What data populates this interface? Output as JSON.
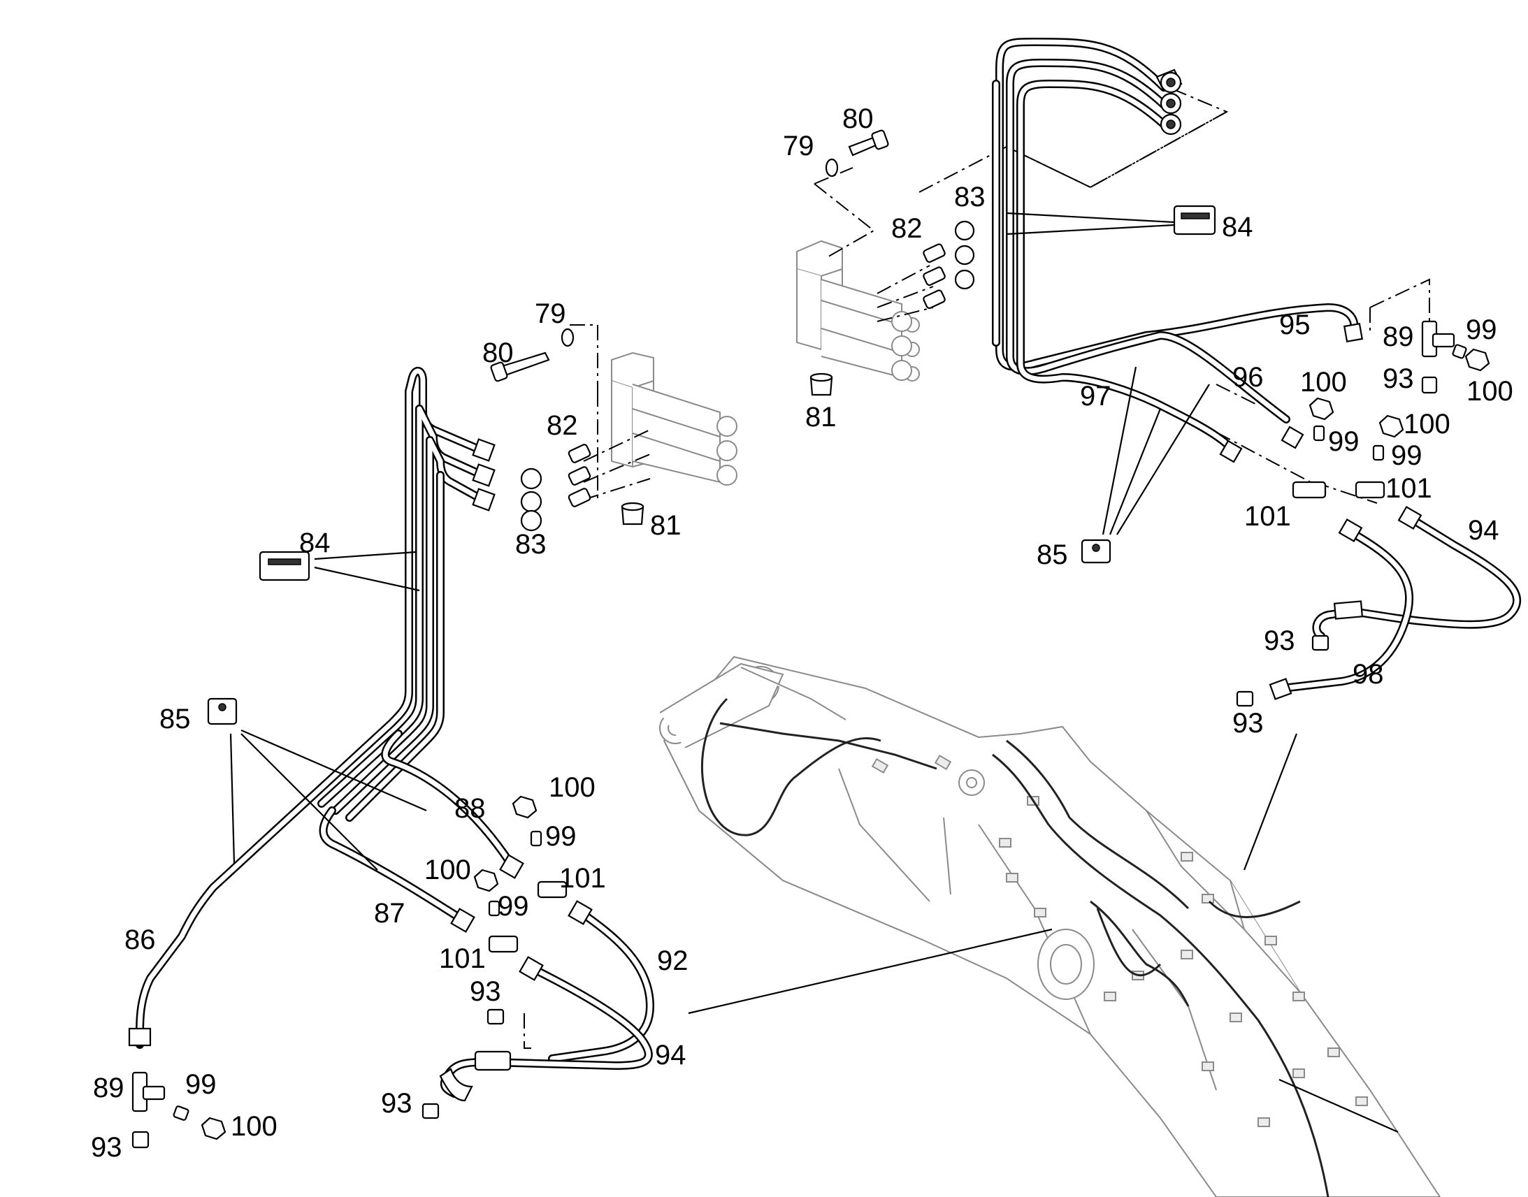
{
  "callouts": [
    {
      "id": "c-80-top",
      "text": "80"
    },
    {
      "id": "c-79-top",
      "text": "79"
    },
    {
      "id": "c-83-top",
      "text": "83"
    },
    {
      "id": "c-82-top",
      "text": "82"
    },
    {
      "id": "c-84-top",
      "text": "84"
    },
    {
      "id": "c-81-top",
      "text": "81"
    },
    {
      "id": "c-95",
      "text": "95"
    },
    {
      "id": "c-89-r",
      "text": "89"
    },
    {
      "id": "c-99-r1",
      "text": "99"
    },
    {
      "id": "c-93-r1",
      "text": "93"
    },
    {
      "id": "c-100-r1",
      "text": "100"
    },
    {
      "id": "c-97",
      "text": "97"
    },
    {
      "id": "c-96",
      "text": "96"
    },
    {
      "id": "c-100-r2",
      "text": "100"
    },
    {
      "id": "c-99-r2",
      "text": "99"
    },
    {
      "id": "c-100-r3",
      "text": "100"
    },
    {
      "id": "c-99-r3",
      "text": "99"
    },
    {
      "id": "c-101-r1",
      "text": "101"
    },
    {
      "id": "c-101-r2",
      "text": "101"
    },
    {
      "id": "c-94-r",
      "text": "94"
    },
    {
      "id": "c-85-r",
      "text": "85"
    },
    {
      "id": "c-93-r2",
      "text": "93"
    },
    {
      "id": "c-98",
      "text": "98"
    },
    {
      "id": "c-93-r3",
      "text": "93"
    },
    {
      "id": "c-79-mid",
      "text": "79"
    },
    {
      "id": "c-80-mid",
      "text": "80"
    },
    {
      "id": "c-82-mid",
      "text": "82"
    },
    {
      "id": "c-83-mid",
      "text": "83"
    },
    {
      "id": "c-81-mid",
      "text": "81"
    },
    {
      "id": "c-84-left",
      "text": "84"
    },
    {
      "id": "c-85-left",
      "text": "85"
    },
    {
      "id": "c-88",
      "text": "88"
    },
    {
      "id": "c-100-l1",
      "text": "100"
    },
    {
      "id": "c-99-l1",
      "text": "99"
    },
    {
      "id": "c-100-l2",
      "text": "100"
    },
    {
      "id": "c-101-l1",
      "text": "101"
    },
    {
      "id": "c-99-l2",
      "text": "99"
    },
    {
      "id": "c-87",
      "text": "87"
    },
    {
      "id": "c-86",
      "text": "86"
    },
    {
      "id": "c-101-l2",
      "text": "101"
    },
    {
      "id": "c-92",
      "text": "92"
    },
    {
      "id": "c-93-l1",
      "text": "93"
    },
    {
      "id": "c-94-l",
      "text": "94"
    },
    {
      "id": "c-93-l2",
      "text": "93"
    },
    {
      "id": "c-89-l",
      "text": "89"
    },
    {
      "id": "c-99-l3",
      "text": "99"
    },
    {
      "id": "c-100-l3",
      "text": "100"
    },
    {
      "id": "c-93-l3",
      "text": "93"
    }
  ]
}
